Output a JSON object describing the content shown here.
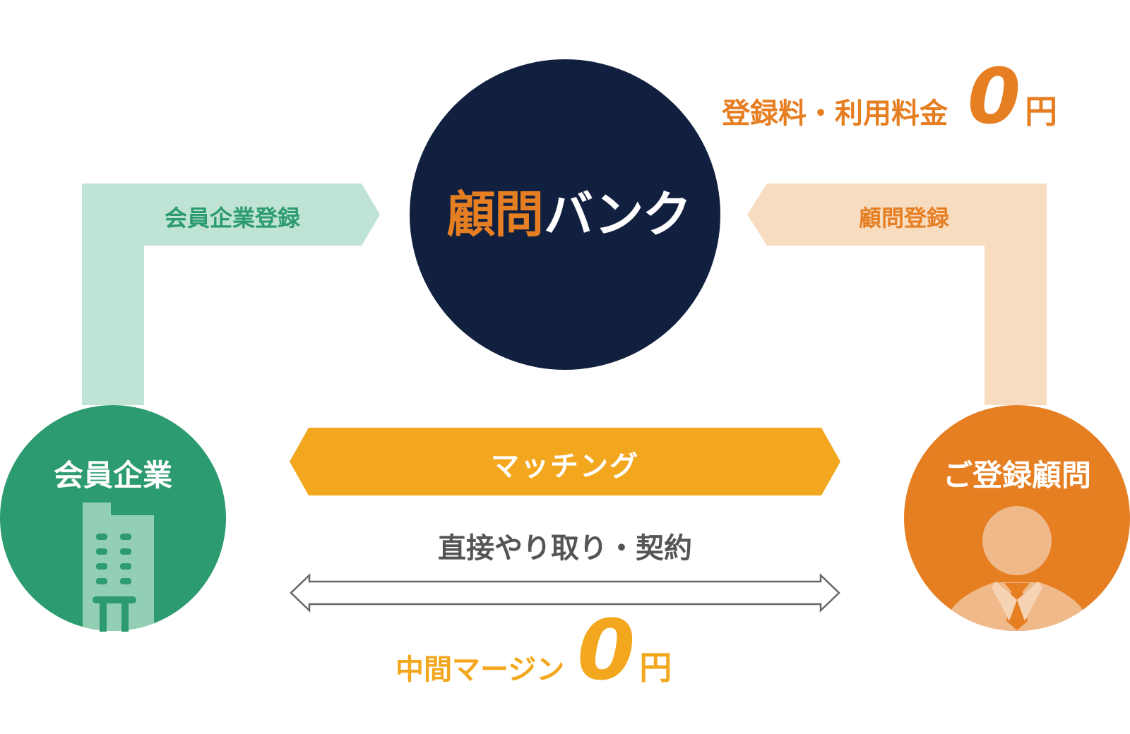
{
  "center": {
    "logo_kanji": "顧問",
    "logo_kana": "バンク"
  },
  "fee_note": {
    "text": "登録料・利用料金",
    "zero": "0",
    "yen": "円"
  },
  "left_flow": {
    "label": "会員企業登録"
  },
  "right_flow": {
    "label": "顧問登録"
  },
  "left_node": {
    "label": "会員企業",
    "icon": "building-icon"
  },
  "right_node": {
    "label": "ご登録顧問",
    "icon": "person-icon"
  },
  "matching": {
    "label": "マッチング"
  },
  "direct": {
    "label": "直接やり取り・契約"
  },
  "margin_note": {
    "text": "中間マージン",
    "zero": "0",
    "yen": "円"
  },
  "colors": {
    "navy": "#12203f",
    "green": "#2c9b6f",
    "green_light": "#bfe3d4",
    "orange": "#e67e22",
    "orange_light": "#f7dcc0",
    "amber": "#f3a71f",
    "gray_text": "#555555"
  }
}
